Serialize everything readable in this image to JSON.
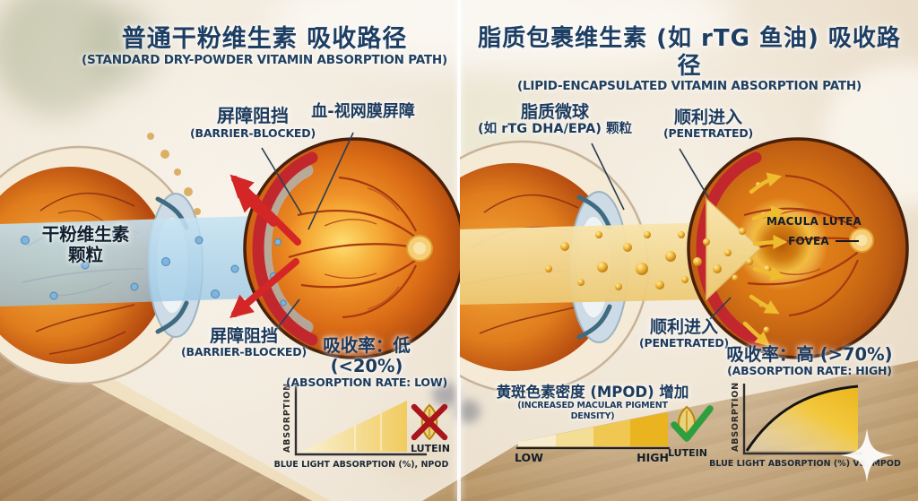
{
  "panel_left": {
    "title_zh": "普通干粉维生素 吸收路径",
    "title_en": "(STANDARD DRY-POWDER VITAMIN ABSORPTION PATH)",
    "barrier_top_zh": "屏障阻挡",
    "barrier_top_en": "(BARRIER-BLOCKED)",
    "blood_retinal_barrier": "血-视网膜屏障",
    "particles_zh_1": "干粉维生素",
    "particles_zh_2": "颗粒",
    "barrier_bottom_zh": "屏障阻挡",
    "barrier_bottom_en": "(BARRIER-BLOCKED)",
    "rate_zh": "吸收率：低 (<20%)",
    "rate_en": "(ABSORPTION RATE: LOW)",
    "chart_ylabel": "ABSORPTION",
    "chart_xlabel": "BLUE LIGHT ABSORPTION (%), NPOD",
    "lutein_label": "LUTEIN"
  },
  "panel_right": {
    "title_zh": "脂质包裹维生素 (如 rTG 鱼油) 吸收路径",
    "title_en": "(LIPID-ENCAPSULATED VITAMIN ABSORPTION PATH)",
    "microsphere_zh_1": "脂质微球",
    "microsphere_zh_2": "(如 rTG DHA/EPA) 颗粒",
    "penetrated_top_zh": "顺利进入",
    "penetrated_top_en": "(PENETRATED)",
    "macula_label": "MACULA LUTEA",
    "fovea_label": "FOVEA",
    "penetrated_bottom_zh": "顺利进入",
    "penetrated_bottom_en": "(PENETRATED)",
    "rate_zh": "吸收率：高 (>70%)",
    "rate_en": "(ABSORPTION RATE: HIGH)",
    "mpod_zh": "黄斑色素密度 (MPOD) 增加",
    "mpod_en": "(INCREASED MACULAR PIGMENT DENSITY)",
    "mpod_low": "LOW",
    "mpod_high": "HIGH",
    "chart_ylabel": "ABSORPTION",
    "chart_xlabel": "BLUE LIGHT ABSORPTION (%) VS. MPOD",
    "lutein_label": "LUTEIN"
  },
  "colors": {
    "title_navy": "#1d3e63",
    "barrier_red": "#c1272d",
    "blocked_arrow_red": "#d42626",
    "beam_blue": "#b9d9ec",
    "beam_gold": "#f2d489",
    "droplet_gold": "#e8a820",
    "penetrate_arrow_gold": "#eebc2e",
    "wedge_gold": "#e9b41f",
    "check_green": "#2f9e3f",
    "cross_red": "#a9141d"
  },
  "chart_data": [
    {
      "type": "area",
      "panel": "left",
      "title": "",
      "xlabel": "BLUE LIGHT ABSORPTION (%), NPOD",
      "ylabel": "ABSORPTION",
      "trend": "shallow rising wedge (low absorption)",
      "x": [
        0,
        0.25,
        0.5,
        0.75,
        1
      ],
      "y": [
        0,
        0.08,
        0.2,
        0.33,
        0.48
      ]
    },
    {
      "type": "area",
      "panel": "right",
      "title": "",
      "xlabel": "BLUE LIGHT ABSORPTION (%) VS. MPOD",
      "ylabel": "ABSORPTION",
      "trend": "steep saturating curve (high absorption)",
      "x": [
        0,
        0.25,
        0.5,
        0.75,
        1
      ],
      "y": [
        0,
        0.55,
        0.78,
        0.9,
        0.97
      ]
    },
    {
      "type": "area",
      "panel": "right-mpod-scale",
      "title": "黄斑色素密度 (MPOD) 增加",
      "xlabel": "LOW → HIGH",
      "ylabel": "",
      "trend": "gradient wedge low to high",
      "x": [
        0,
        0.25,
        0.5,
        0.75,
        1
      ],
      "y": [
        0.1,
        0.3,
        0.5,
        0.75,
        1
      ]
    }
  ]
}
